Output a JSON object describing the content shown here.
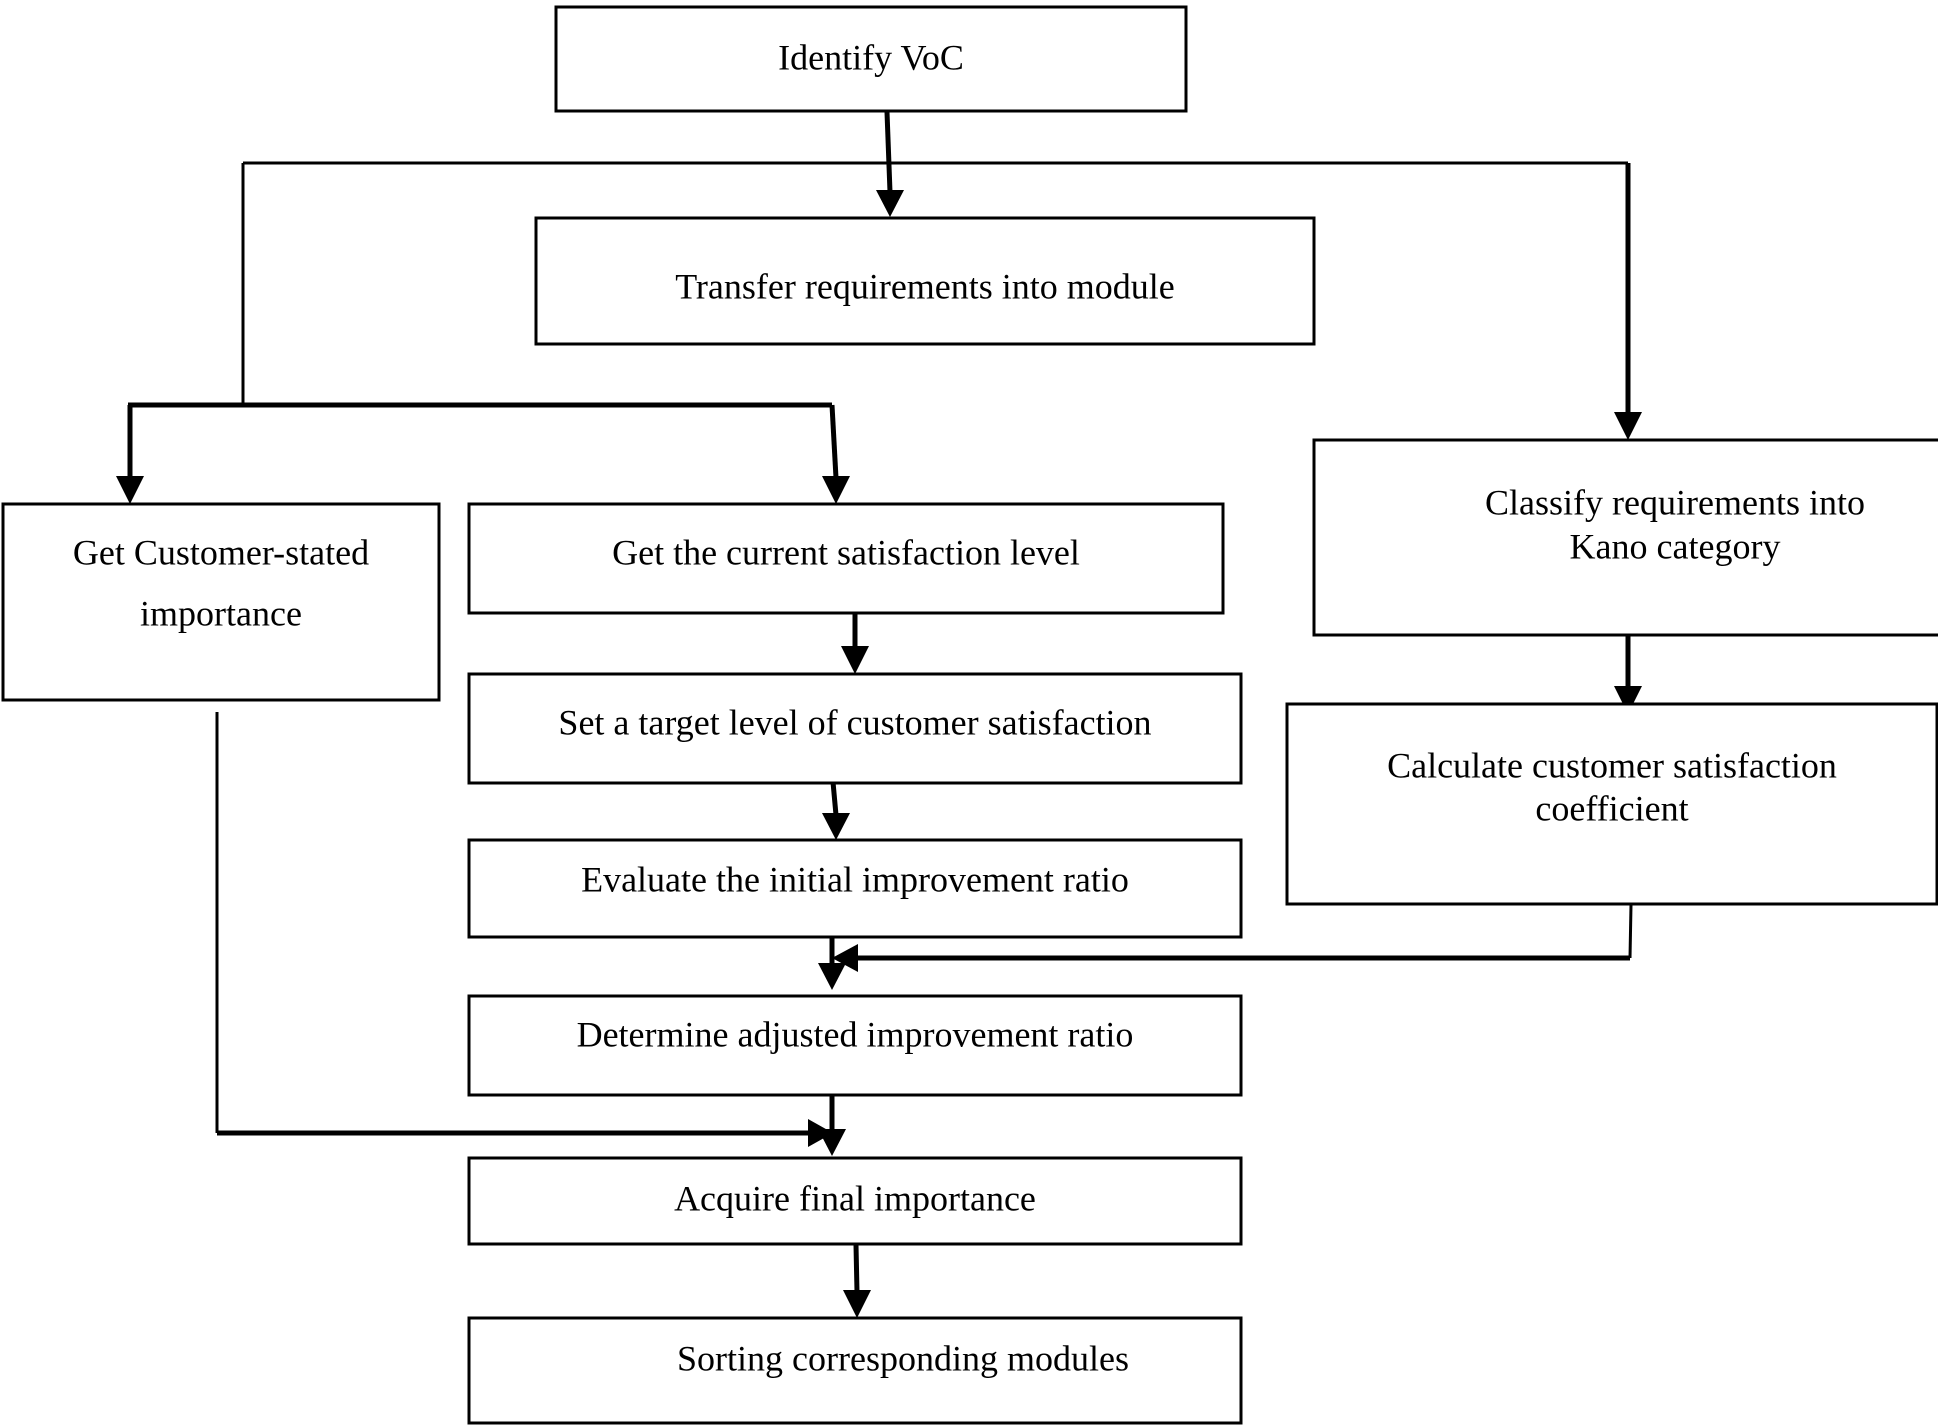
{
  "nodes": {
    "identify_voc": {
      "lines": [
        "Identify VoC"
      ]
    },
    "transfer_requirements": {
      "lines": [
        "Transfer requirements into module"
      ]
    },
    "customer_stated_importance": {
      "lines": [
        "Get Customer-stated",
        "importance"
      ]
    },
    "current_satisfaction": {
      "lines": [
        "Get the current satisfaction level"
      ]
    },
    "classify_kano": {
      "lines": [
        "Classify requirements into",
        "Kano category"
      ]
    },
    "target_level": {
      "lines": [
        "Set a target level of customer satisfaction"
      ]
    },
    "satisfaction_coefficient": {
      "lines": [
        "Calculate customer satisfaction",
        "coefficient"
      ]
    },
    "initial_ratio": {
      "lines": [
        "Evaluate the initial improvement ratio"
      ]
    },
    "adjusted_ratio": {
      "lines": [
        "Determine adjusted improvement ratio"
      ]
    },
    "final_importance": {
      "lines": [
        "Acquire final importance"
      ]
    },
    "sorting_modules": {
      "lines": [
        "Sorting corresponding modules"
      ]
    }
  },
  "edges": [
    {
      "from": "identify_voc",
      "to": "transfer_requirements"
    },
    {
      "from": "identify_voc",
      "to": "classify_kano"
    },
    {
      "from": "identify_voc",
      "to": "customer_stated_importance"
    },
    {
      "from": "identify_voc",
      "to": "current_satisfaction"
    },
    {
      "from": "current_satisfaction",
      "to": "target_level"
    },
    {
      "from": "target_level",
      "to": "initial_ratio"
    },
    {
      "from": "initial_ratio",
      "to": "adjusted_ratio"
    },
    {
      "from": "classify_kano",
      "to": "satisfaction_coefficient"
    },
    {
      "from": "satisfaction_coefficient",
      "to": "adjusted_ratio"
    },
    {
      "from": "adjusted_ratio",
      "to": "final_importance"
    },
    {
      "from": "customer_stated_importance",
      "to": "final_importance"
    },
    {
      "from": "final_importance",
      "to": "sorting_modules"
    }
  ]
}
